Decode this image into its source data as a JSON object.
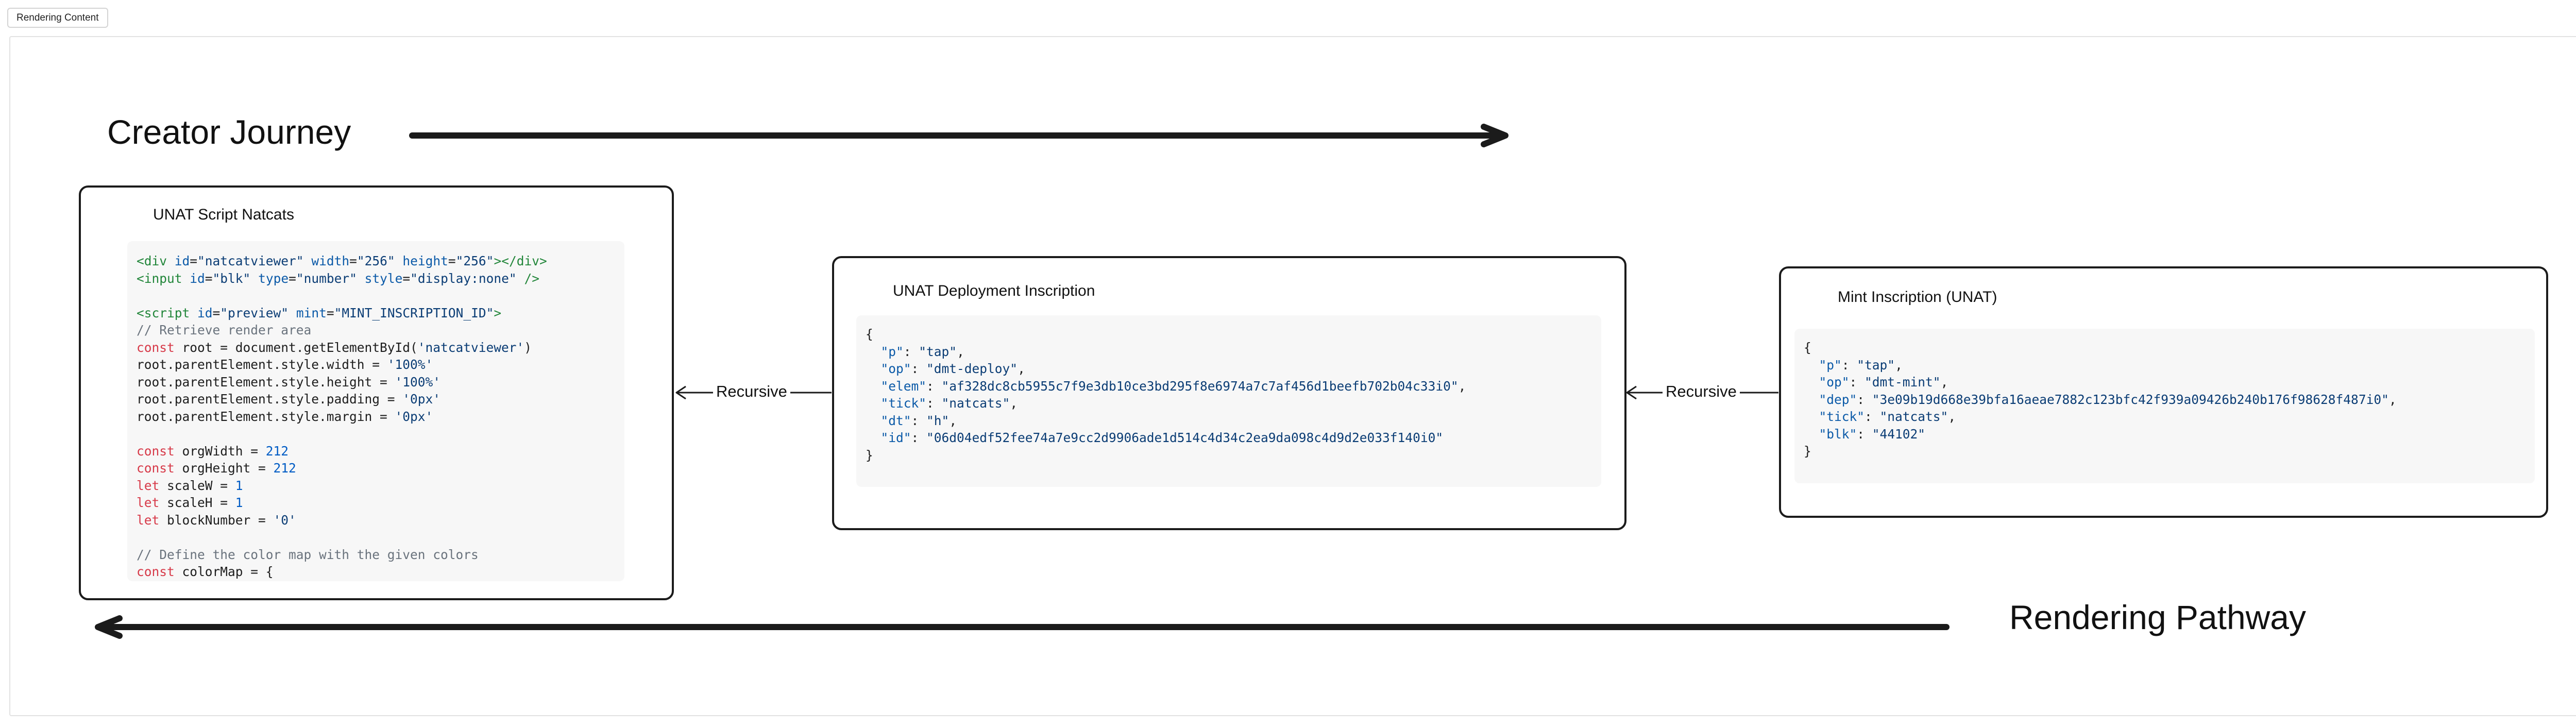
{
  "toolbar": {
    "button_label": "Rendering Content"
  },
  "labels": {
    "creator_journey": "Creator Journey",
    "rendering_pathway": "Rendering Pathway"
  },
  "cards": {
    "script": {
      "title": "UNAT Script Natcats",
      "lines": [
        [
          [
            "tk-tag",
            "<div "
          ],
          [
            "tk-attr",
            "id"
          ],
          [
            "tk-plain",
            "="
          ],
          [
            "tk-str",
            "\"natcatviewer\""
          ],
          [
            "tk-plain",
            " "
          ],
          [
            "tk-attr",
            "width"
          ],
          [
            "tk-plain",
            "="
          ],
          [
            "tk-str",
            "\"256\""
          ],
          [
            "tk-plain",
            " "
          ],
          [
            "tk-attr",
            "height"
          ],
          [
            "tk-plain",
            "="
          ],
          [
            "tk-str",
            "\"256\""
          ],
          [
            "tk-tag",
            "></div>"
          ]
        ],
        [
          [
            "tk-tag",
            "<input "
          ],
          [
            "tk-attr",
            "id"
          ],
          [
            "tk-plain",
            "="
          ],
          [
            "tk-str",
            "\"blk\""
          ],
          [
            "tk-plain",
            " "
          ],
          [
            "tk-attr",
            "type"
          ],
          [
            "tk-plain",
            "="
          ],
          [
            "tk-str",
            "\"number\""
          ],
          [
            "tk-plain",
            " "
          ],
          [
            "tk-attr",
            "style"
          ],
          [
            "tk-plain",
            "="
          ],
          [
            "tk-str",
            "\"display:none\""
          ],
          [
            "tk-tag",
            " />"
          ]
        ],
        [
          [
            "tk-plain",
            " "
          ]
        ],
        [
          [
            "tk-tag",
            "<script "
          ],
          [
            "tk-attr",
            "id"
          ],
          [
            "tk-plain",
            "="
          ],
          [
            "tk-str",
            "\"preview\""
          ],
          [
            "tk-plain",
            " "
          ],
          [
            "tk-attr",
            "mint"
          ],
          [
            "tk-plain",
            "="
          ],
          [
            "tk-str",
            "\"MINT_INSCRIPTION_ID\""
          ],
          [
            "tk-tag",
            ">"
          ]
        ],
        [
          [
            "tk-cm",
            "// Retrieve render area"
          ]
        ],
        [
          [
            "tk-kw",
            "const"
          ],
          [
            "tk-plain",
            " root = document.getElementById("
          ],
          [
            "tk-str",
            "'natcatviewer'"
          ],
          [
            "tk-plain",
            ")"
          ]
        ],
        [
          [
            "tk-plain",
            "root.parentElement.style.width = "
          ],
          [
            "tk-str",
            "'100%'"
          ]
        ],
        [
          [
            "tk-plain",
            "root.parentElement.style.height = "
          ],
          [
            "tk-str",
            "'100%'"
          ]
        ],
        [
          [
            "tk-plain",
            "root.parentElement.style.padding = "
          ],
          [
            "tk-str",
            "'0px'"
          ]
        ],
        [
          [
            "tk-plain",
            "root.parentElement.style.margin = "
          ],
          [
            "tk-str",
            "'0px'"
          ]
        ],
        [
          [
            "tk-plain",
            " "
          ]
        ],
        [
          [
            "tk-kw",
            "const"
          ],
          [
            "tk-plain",
            " orgWidth = "
          ],
          [
            "tk-num",
            "212"
          ]
        ],
        [
          [
            "tk-kw",
            "const"
          ],
          [
            "tk-plain",
            " orgHeight = "
          ],
          [
            "tk-num",
            "212"
          ]
        ],
        [
          [
            "tk-kw",
            "let"
          ],
          [
            "tk-plain",
            " scaleW = "
          ],
          [
            "tk-num",
            "1"
          ]
        ],
        [
          [
            "tk-kw",
            "let"
          ],
          [
            "tk-plain",
            " scaleH = "
          ],
          [
            "tk-num",
            "1"
          ]
        ],
        [
          [
            "tk-kw",
            "let"
          ],
          [
            "tk-plain",
            " blockNumber = "
          ],
          [
            "tk-str",
            "'0'"
          ]
        ],
        [
          [
            "tk-plain",
            " "
          ]
        ],
        [
          [
            "tk-cm",
            "// Define the color map with the given colors"
          ]
        ],
        [
          [
            "tk-kw",
            "const"
          ],
          [
            "tk-plain",
            " colorMap = {"
          ]
        ]
      ]
    },
    "deploy": {
      "title": "UNAT Deployment Inscription",
      "lines": [
        [
          [
            "tk-plain",
            "{"
          ]
        ],
        [
          [
            "tk-plain",
            "  "
          ],
          [
            "tk-key",
            "\"p\""
          ],
          [
            "tk-plain",
            ": "
          ],
          [
            "tk-str",
            "\"tap\""
          ],
          [
            "tk-plain",
            ","
          ]
        ],
        [
          [
            "tk-plain",
            "  "
          ],
          [
            "tk-key",
            "\"op\""
          ],
          [
            "tk-plain",
            ": "
          ],
          [
            "tk-str",
            "\"dmt-deploy\""
          ],
          [
            "tk-plain",
            ","
          ]
        ],
        [
          [
            "tk-plain",
            "  "
          ],
          [
            "tk-key",
            "\"elem\""
          ],
          [
            "tk-plain",
            ": "
          ],
          [
            "tk-str",
            "\"af328dc8cb5955c7f9e3db10ce3bd295f8e6974a7c7af456d1beefb702b04c33i0\""
          ],
          [
            "tk-plain",
            ","
          ]
        ],
        [
          [
            "tk-plain",
            "  "
          ],
          [
            "tk-key",
            "\"tick\""
          ],
          [
            "tk-plain",
            ": "
          ],
          [
            "tk-str",
            "\"natcats\""
          ],
          [
            "tk-plain",
            ","
          ]
        ],
        [
          [
            "tk-plain",
            "  "
          ],
          [
            "tk-key",
            "\"dt\""
          ],
          [
            "tk-plain",
            ": "
          ],
          [
            "tk-str",
            "\"h\""
          ],
          [
            "tk-plain",
            ","
          ]
        ],
        [
          [
            "tk-plain",
            "  "
          ],
          [
            "tk-key",
            "\"id\""
          ],
          [
            "tk-plain",
            ": "
          ],
          [
            "tk-str",
            "\"06d04edf52fee74a7e9cc2d9906ade1d514c4d34c2ea9da098c4d9d2e033f140i0\""
          ]
        ],
        [
          [
            "tk-plain",
            "}"
          ]
        ]
      ]
    },
    "mint": {
      "title": "Mint Inscription (UNAT)",
      "lines": [
        [
          [
            "tk-plain",
            "{"
          ]
        ],
        [
          [
            "tk-plain",
            "  "
          ],
          [
            "tk-key",
            "\"p\""
          ],
          [
            "tk-plain",
            ": "
          ],
          [
            "tk-str",
            "\"tap\""
          ],
          [
            "tk-plain",
            ","
          ]
        ],
        [
          [
            "tk-plain",
            "  "
          ],
          [
            "tk-key",
            "\"op\""
          ],
          [
            "tk-plain",
            ": "
          ],
          [
            "tk-str",
            "\"dmt-mint\""
          ],
          [
            "tk-plain",
            ","
          ]
        ],
        [
          [
            "tk-plain",
            "  "
          ],
          [
            "tk-key",
            "\"dep\""
          ],
          [
            "tk-plain",
            ": "
          ],
          [
            "tk-str",
            "\"3e09b19d668e39bfa16aeae7882c123bfc42f939a09426b240b176f98628f487i0\""
          ],
          [
            "tk-plain",
            ","
          ]
        ],
        [
          [
            "tk-plain",
            "  "
          ],
          [
            "tk-key",
            "\"tick\""
          ],
          [
            "tk-plain",
            ": "
          ],
          [
            "tk-str",
            "\"natcats\""
          ],
          [
            "tk-plain",
            ","
          ]
        ],
        [
          [
            "tk-plain",
            "  "
          ],
          [
            "tk-key",
            "\"blk\""
          ],
          [
            "tk-plain",
            ": "
          ],
          [
            "tk-str",
            "\"44102\""
          ]
        ],
        [
          [
            "tk-plain",
            "}"
          ]
        ]
      ]
    }
  },
  "edges": {
    "deploy_to_script": "Recursive",
    "mint_to_deploy": "Recursive"
  }
}
